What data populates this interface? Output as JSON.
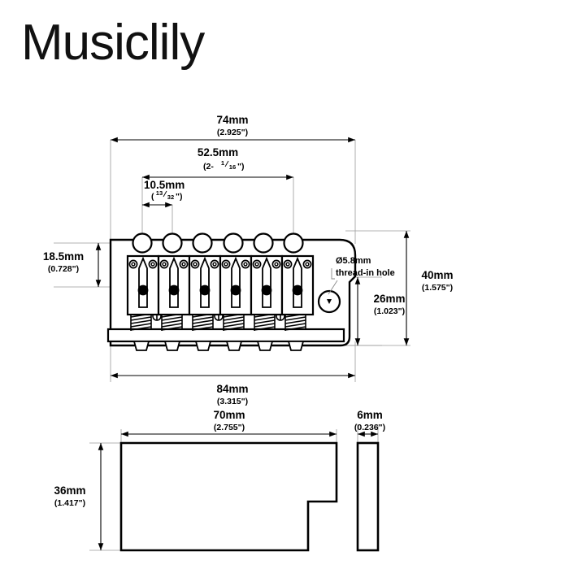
{
  "brand": {
    "name": "Musiclily"
  },
  "diagram": {
    "title": "Guitar tremolo bridge technical dimension drawing",
    "views": [
      {
        "name": "top-view",
        "label": "top view of tremolo bridge"
      },
      {
        "name": "side-view",
        "label": "side view of sustain block"
      },
      {
        "name": "edge-view",
        "label": "edge view plate thickness"
      }
    ],
    "colors": {
      "line": "#000000",
      "extension_line": "#9a9a9a",
      "fill": "#ffffff",
      "text": "#000000"
    }
  },
  "dimensions": {
    "overall_width": {
      "metric": "74mm",
      "imperial": "(2.925\")"
    },
    "string_span": {
      "metric": "52.5mm",
      "imperial_prefix": "(2-",
      "imperial_num": "1",
      "imperial_den": "16",
      "imperial_suffix": "\")"
    },
    "string_spacing": {
      "metric": "10.5mm",
      "imperial_prefix": "(",
      "imperial_num": "13",
      "imperial_den": "32",
      "imperial_suffix": "\")"
    },
    "hole_to_saddle": {
      "metric": "18.5mm",
      "imperial": "(0.728\")"
    },
    "plate_height": {
      "metric": "40mm",
      "imperial": "(1.575\")"
    },
    "thread_hole_height": {
      "metric": "26mm",
      "imperial": "(1.023\")"
    },
    "base_width": {
      "metric": "84mm",
      "imperial": "(3.315\")"
    },
    "block_width": {
      "metric": "70mm",
      "imperial": "(2.755\")"
    },
    "block_height": {
      "metric": "36mm",
      "imperial": "(1.417\")"
    },
    "plate_thickness": {
      "metric": "6mm",
      "imperial": "(0.236\")"
    }
  },
  "annotations": {
    "thread_hole": {
      "line1": "Ø5.8mm",
      "line2": "thread-in hole"
    }
  },
  "features": {
    "string_hole_count": 6,
    "saddle_count": 6,
    "spring_count": 6,
    "tab_count": 6
  }
}
